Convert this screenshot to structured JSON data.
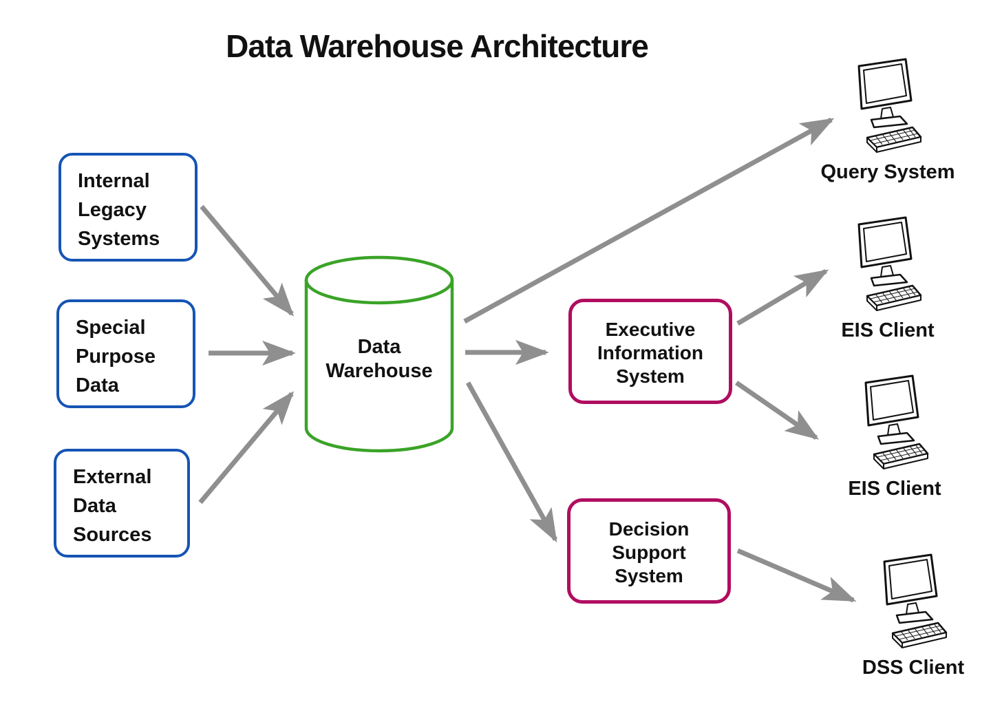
{
  "title": "Data Warehouse Architecture",
  "colors": {
    "source_border": "#1554b4",
    "system_border": "#b00d60",
    "warehouse_border": "#3aa327",
    "arrow": "#8f8f8f",
    "text": "#111111",
    "background": "#ffffff"
  },
  "sources": [
    {
      "lines": [
        "Internal",
        "Legacy",
        "Systems"
      ]
    },
    {
      "lines": [
        "Special",
        "Purpose",
        "Data"
      ]
    },
    {
      "lines": [
        "External",
        "Data",
        "Sources"
      ]
    }
  ],
  "warehouse": {
    "lines": [
      "Data",
      "Warehouse"
    ]
  },
  "systems": [
    {
      "lines": [
        "Executive",
        "Information",
        "System"
      ]
    },
    {
      "lines": [
        "Decision",
        "Support",
        "System"
      ]
    }
  ],
  "clients": [
    {
      "label": "Query System"
    },
    {
      "label": "EIS Client"
    },
    {
      "label": "EIS Client"
    },
    {
      "label": "DSS Client"
    }
  ]
}
